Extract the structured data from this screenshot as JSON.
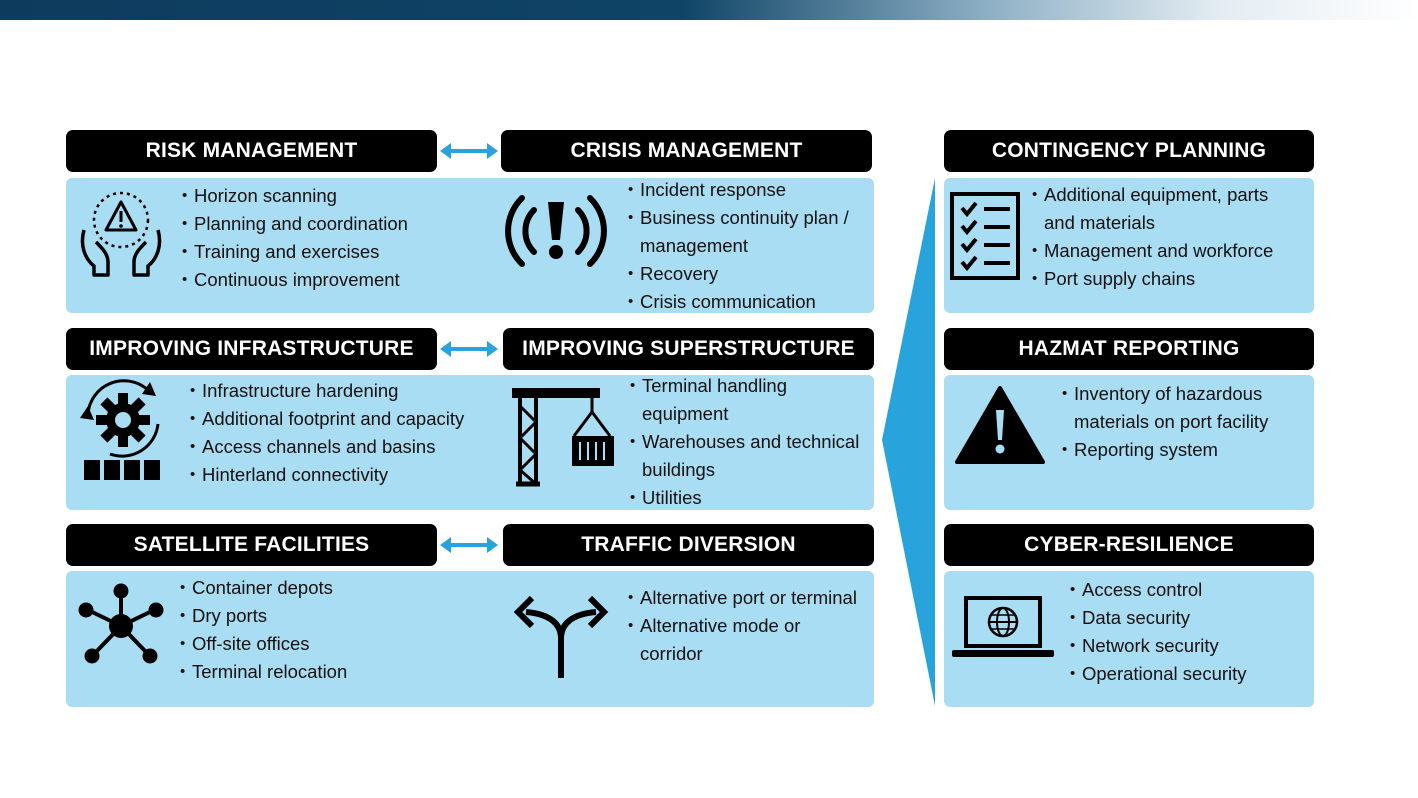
{
  "boxes": {
    "risk": {
      "title": "RISK MANAGEMENT",
      "items": [
        "Horizon scanning",
        "Planning and coordination",
        "Training and exercises",
        "Continuous improvement"
      ]
    },
    "crisis": {
      "title": "CRISIS MANAGEMENT",
      "items": [
        "Incident response",
        "Business continuity plan / management",
        "Recovery",
        "Crisis communication"
      ]
    },
    "infra": {
      "title": "IMPROVING INFRASTRUCTURE",
      "items": [
        "Infrastructure hardening",
        "Additional footprint and capacity",
        "Access channels and basins",
        "Hinterland connectivity"
      ]
    },
    "super": {
      "title": "IMPROVING SUPERSTRUCTURE",
      "items": [
        "Terminal handling equipment",
        "Warehouses and technical buildings",
        "Utilities"
      ]
    },
    "satellite": {
      "title": "SATELLITE FACILITIES",
      "items": [
        "Container depots",
        "Dry ports",
        "Off-site offices",
        "Terminal relocation"
      ]
    },
    "traffic": {
      "title": "TRAFFIC DIVERSION",
      "items": [
        "Alternative port or terminal",
        "Alternative mode or corridor"
      ]
    },
    "contingency": {
      "title": "CONTINGENCY PLANNING",
      "items": [
        "Additional equipment, parts and materials",
        "Management and workforce",
        "Port supply chains"
      ]
    },
    "hazmat": {
      "title": "HAZMAT REPORTING",
      "items": [
        "Inventory of hazardous materials on port facility",
        "Reporting system"
      ]
    },
    "cyber": {
      "title": "CYBER-RESILIENCE",
      "items": [
        "Access control",
        "Data security",
        "Network security",
        "Operational security"
      ]
    }
  },
  "icons": {
    "risk": "hands-warning-icon",
    "crisis": "alarm-exclamation-icon",
    "infra": "gear-cycle-icon",
    "super": "crane-container-icon",
    "satellite": "network-hub-icon",
    "traffic": "split-arrow-icon",
    "contingency": "checklist-icon",
    "hazmat": "hazard-triangle-icon",
    "cyber": "laptop-globe-icon"
  },
  "colors": {
    "header": "#000000",
    "panel": "#a8ddf3",
    "arrow": "#29a3dc",
    "wedge": "#29a3dc"
  }
}
